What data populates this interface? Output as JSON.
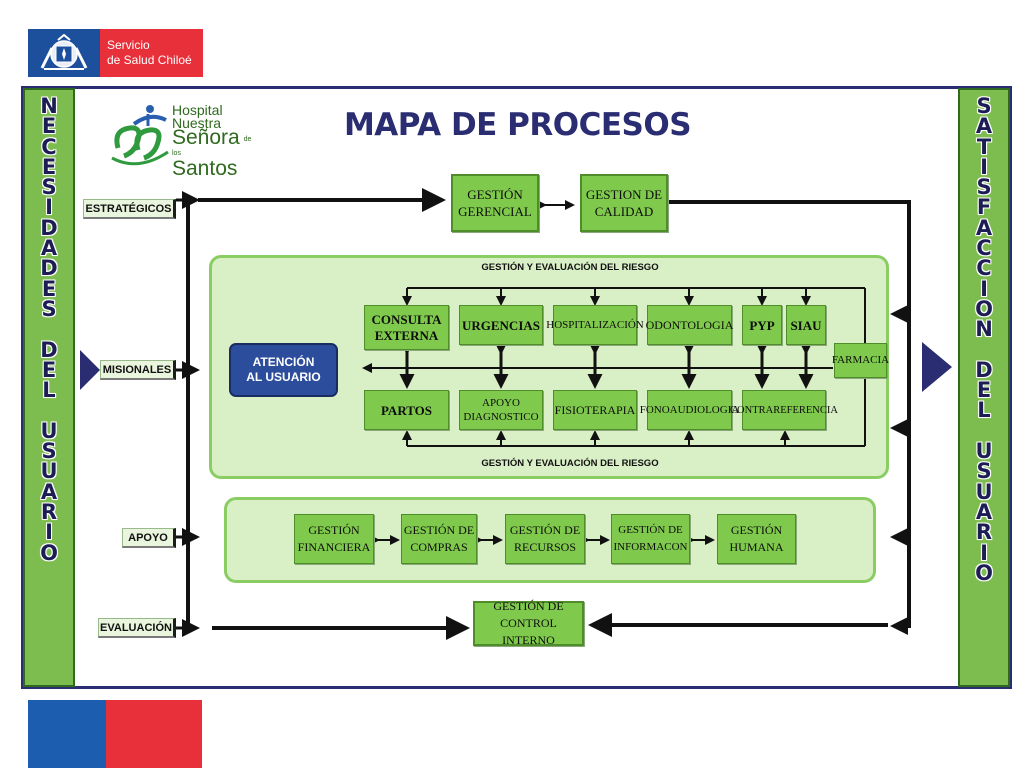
{
  "header": {
    "logo_line1": "Servicio",
    "logo_line2": "de Salud Chiloé"
  },
  "hospital": {
    "line1": "Hospital",
    "line2": "Nuestra",
    "line3": "Señora",
    "line3_small": "de los",
    "line4": "Santos"
  },
  "title": "MAPA DE PROCESOS",
  "left_band": {
    "letters": [
      "N",
      "E",
      "C",
      "E",
      "S",
      "I",
      "D",
      "A",
      "D",
      "E",
      "S",
      " ",
      "D",
      "E",
      "L",
      " ",
      "U",
      "S",
      "U",
      "A",
      "R",
      "I",
      "O"
    ]
  },
  "right_band": {
    "letters": [
      "S",
      "A",
      "T",
      "I",
      "S",
      "F",
      "A",
      "C",
      "C",
      "I",
      "O",
      "N",
      " ",
      "D",
      "E",
      "L",
      " ",
      "U",
      "S",
      "U",
      "A",
      "R",
      "I",
      "O"
    ]
  },
  "row_labels": {
    "estrategicos": "ESTRATÉGICOS",
    "misionales": "MISIONALES",
    "apoyo": "APOYO",
    "evaluacion": "EVALUACIÓN"
  },
  "strategic": {
    "gestion_gerencial_l1": "GESTIÓN",
    "gestion_gerencial_l2": "GERENCIAL",
    "gestion_calidad_l1": "GESTION DE",
    "gestion_calidad_l2": "CALIDAD"
  },
  "misional": {
    "riesgo_top": "GESTIÓN Y EVALUACIÓN DEL RIESGO",
    "riesgo_bottom": "GESTIÓN Y EVALUACIÓN DEL RIESGO",
    "atencion_l1": "ATENCIÓN",
    "atencion_l2": "AL USUARIO",
    "top_row": {
      "consulta_l1": "CONSULTA",
      "consulta_l2": "EXTERNA",
      "urgencias": "URGENCIAS",
      "hospitalizacion": "HOSPITALIZACIÓN",
      "odontologia": "ODONTOLOGIA",
      "pyp": "PYP",
      "siau": "SIAU"
    },
    "bottom_row": {
      "partos": "PARTOS",
      "apoyo_l1": "APOYO",
      "apoyo_l2": "DIAGNOSTICO",
      "fisioterapia": "FISIOTERAPIA",
      "fonoaudiologia": "FONOAUDIOLOGIA",
      "contrarreferencia": "CONTRAREFERENCIA"
    },
    "farmacia": "FARMACIA"
  },
  "apoyo": {
    "financiera_l1": "GESTIÓN",
    "financiera_l2": "FINANCIERA",
    "compras_l1": "GESTIÓN DE",
    "compras_l2": "COMPRAS",
    "recursos_l1": "GESTIÓN DE",
    "recursos_l2": "RECURSOS",
    "informacion_l1": "GESTIÓN DE",
    "informacion_l2": "INFORMACON",
    "humana_l1": "GESTIÓN",
    "humana_l2": "HUMANA"
  },
  "evaluacion": {
    "control_l1": "GESTIÓN DE",
    "control_l2": "CONTROL INTERNO"
  },
  "colors": {
    "navy": "#2a2d72",
    "green": "#7fca4c",
    "panel": "#d9efc6",
    "blue_box": "#2b4d9b",
    "red": "#e8303a"
  }
}
